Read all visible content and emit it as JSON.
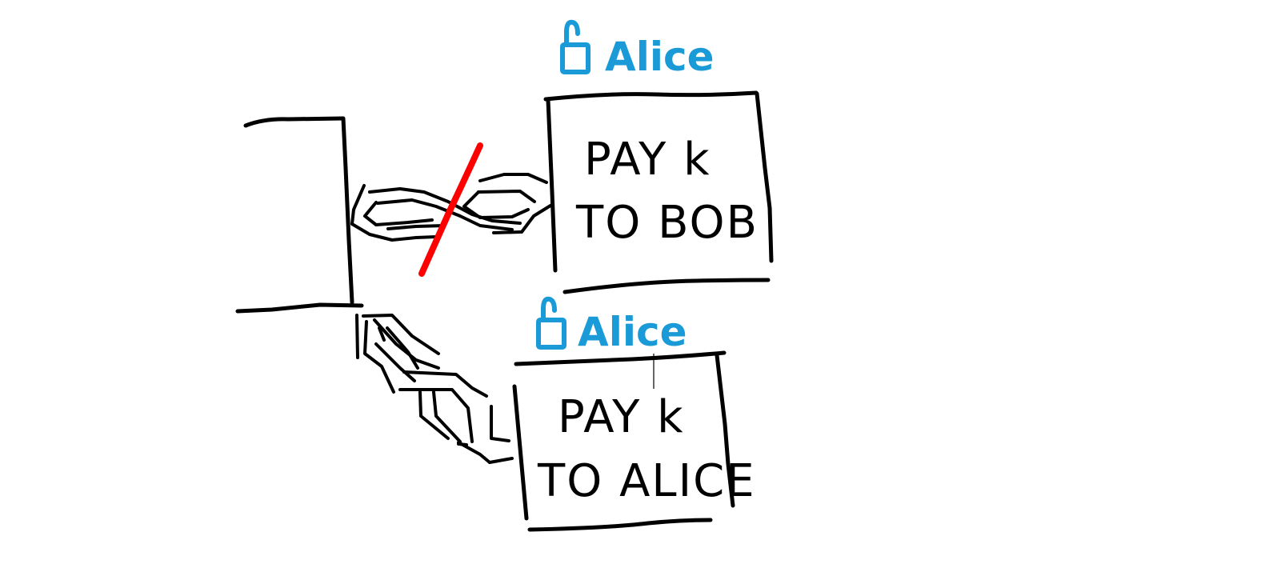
{
  "box_top": {
    "owner_label": "Alice",
    "line1": "PAY k",
    "line2": "TO BOB",
    "status": "revoked"
  },
  "box_bottom": {
    "owner_label": "Alice",
    "line1": "PAY k",
    "line2": "TO ALICE",
    "status": "active"
  },
  "colors": {
    "ink": "#000000",
    "owner": "#1a9bd7",
    "revoked_mark": "#ff0000"
  },
  "icons": {
    "owner_icon": "padlock-open-icon",
    "source_icon": "bracket-source-icon",
    "link_icon": "chain-link-icon"
  }
}
